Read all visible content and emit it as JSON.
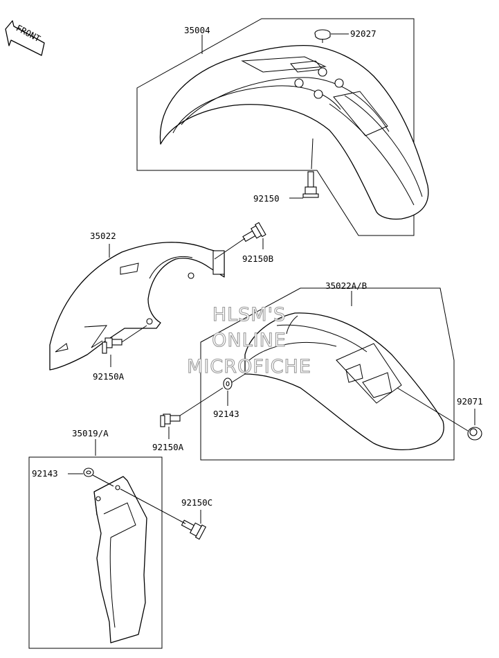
{
  "front_arrow": {
    "label": "FRONT"
  },
  "watermark": {
    "line1": "HLSM'S",
    "line2": "ONLINE",
    "line3": "MICROFICHE"
  },
  "parts": {
    "front_fender": "35004",
    "front_fender_washer": "92027",
    "front_fender_bolt": "92150",
    "rear_flap": "35022",
    "rear_flap_bolt_b": "92150B",
    "rear_flap_bolt_a": "92150A",
    "rear_fender": "35022A/B",
    "rear_fender_grommet": "92071",
    "rear_fender_collar": "92143",
    "rear_fender_bolt_a": "92150A",
    "fork_guard": "35019/A",
    "fork_guard_collar": "92143",
    "fork_guard_bolt_c": "92150C"
  }
}
